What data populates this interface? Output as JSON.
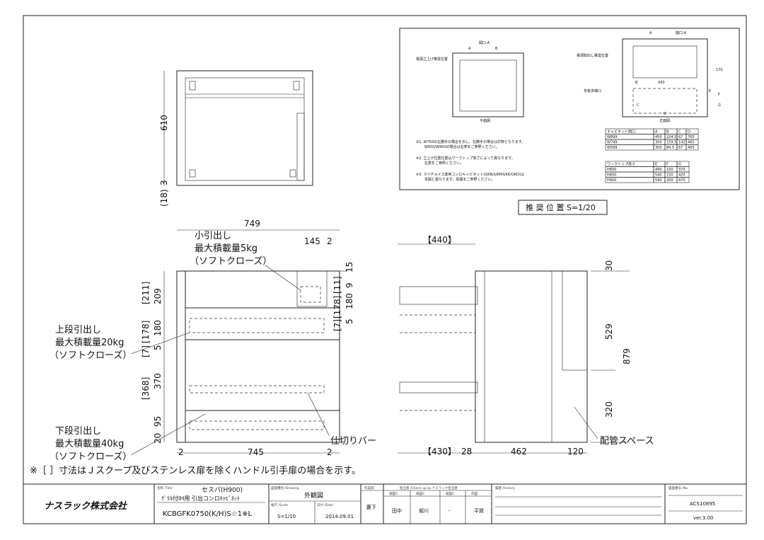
{
  "top_view": {
    "dim_depth": "610",
    "dim_3": "3",
    "dim_18": "(18)"
  },
  "front_view": {
    "dim_width": "749",
    "dim_145": "145",
    "dim_2a": "2",
    "dim_15": "15",
    "dim_9": "9",
    "dim_180a": "180",
    "dim_5a": "5",
    "dim_11": "[11]",
    "dim_178a": "[178]",
    "dim_7a": "[7]",
    "dim_211": "[211]",
    "dim_209": "209",
    "dim_178b": "[178]",
    "dim_180b": "180",
    "dim_7b": "[7]",
    "dim_5b": "5",
    "dim_368": "[368]",
    "dim_370": "370",
    "dim_95": "95",
    "dim_20": "20",
    "dim_bottom_2l": "2",
    "dim_bottom_745": "745",
    "dim_bottom_2r": "2",
    "small_drawer": [
      "小引出し",
      "最大積載量5kg",
      "（ソフトクローズ）"
    ],
    "upper_drawer": [
      "上段引出し",
      "最大積載量20kg",
      "（ソフトクローズ）"
    ],
    "lower_drawer": [
      "下段引出し",
      "最大積載量40kg",
      "（ソフトクローズ）"
    ],
    "divider_bar": "仕切りバー"
  },
  "side_view": {
    "dim_440": "【440】",
    "dim_430": "【430】",
    "dim_28": "28",
    "dim_462": "462",
    "dim_120": "120",
    "dim_30": "30",
    "dim_529": "529",
    "dim_320": "320",
    "dim_879": "879",
    "piping_space": "配管スペース"
  },
  "note": "※［ ］寸法はＪスクープ及びステンレス扉を除くハンドル引手扉の場合を示す。",
  "inset": {
    "plan_title": "平面図",
    "front_title": "正面図",
    "opening_a": "開口-A",
    "opening_a2": "開口-A",
    "a": "A",
    "b": "B",
    "c": "C",
    "d": "D",
    "e": "E",
    "f": "F",
    "g": "G",
    "label_power_left": "電源立上げ推奨位置",
    "label_power_right": "電源取出し推奨位置",
    "label_back_outlet": "背板多機口",
    "dim_430": "430",
    "dim_170": "170",
    "notes": [
      "※1. W750の左勝手の場合を示し、右勝手の場合は対称となります。",
      "W600/W900の場合は右表をご参照ください。",
      "※2. 立上げ位置位置はワークトップ高さによって異なります。",
      "右表をご参照ください。",
      "※3. マイチョイス専用コンロキャビネット(GKB/GKM/GKK/GKD)は",
      "本図と異なります。別図をご参照ください。"
    ],
    "table1": {
      "headers": [
        "キャビネット間口",
        "A",
        "B",
        "C",
        "D"
      ],
      "rows": [
        [
          "W899",
          "450",
          "224.5",
          "67",
          "765"
        ],
        [
          "W749",
          "300",
          "159.5",
          "142",
          "465"
        ],
        [
          "W599",
          "300",
          "84.5",
          "67",
          "465"
        ]
      ]
    },
    "table2": {
      "headers": [
        "ワークトップ高さ",
        "E",
        "F",
        "G"
      ],
      "rows": [
        [
          "H800",
          "490",
          "100",
          "370"
        ],
        [
          "H850",
          "540",
          "150",
          "420"
        ],
        [
          "H900",
          "590",
          "200",
          "470"
        ]
      ]
    },
    "caption": "推 奨 位 置  S=1/20"
  },
  "title_block": {
    "company": "ナスラック株式会社",
    "name_label": "名称 /Title",
    "name_line1": "セスパ(H900)",
    "name_line2": "ｸﾞﾘﾙ付IH用 引出コンロｷｬﾋﾞﾈｯﾄ",
    "model": "KCBGFK0750(K/H)S☆1※L",
    "drawing_label": "図面種別 /Drawing",
    "drawing": "外観図",
    "scale_label": "縮尺 /Scale",
    "scale": "S=1/10",
    "date_label": "日付 /Date",
    "date": "2014.09.01",
    "author_label": "作成部",
    "author": "藪下",
    "check_label": "担当者 /Check up by ナスラック担当者",
    "check_headers": [
      "検図3",
      "検図2",
      "検図1",
      "作図"
    ],
    "check_values": [
      "田中",
      "堀川",
      "-",
      "平賀"
    ],
    "history_label": "履歴 /History",
    "number_label": "図面番号 /No.",
    "number": "ACS10895",
    "version": "ver.3.00"
  }
}
